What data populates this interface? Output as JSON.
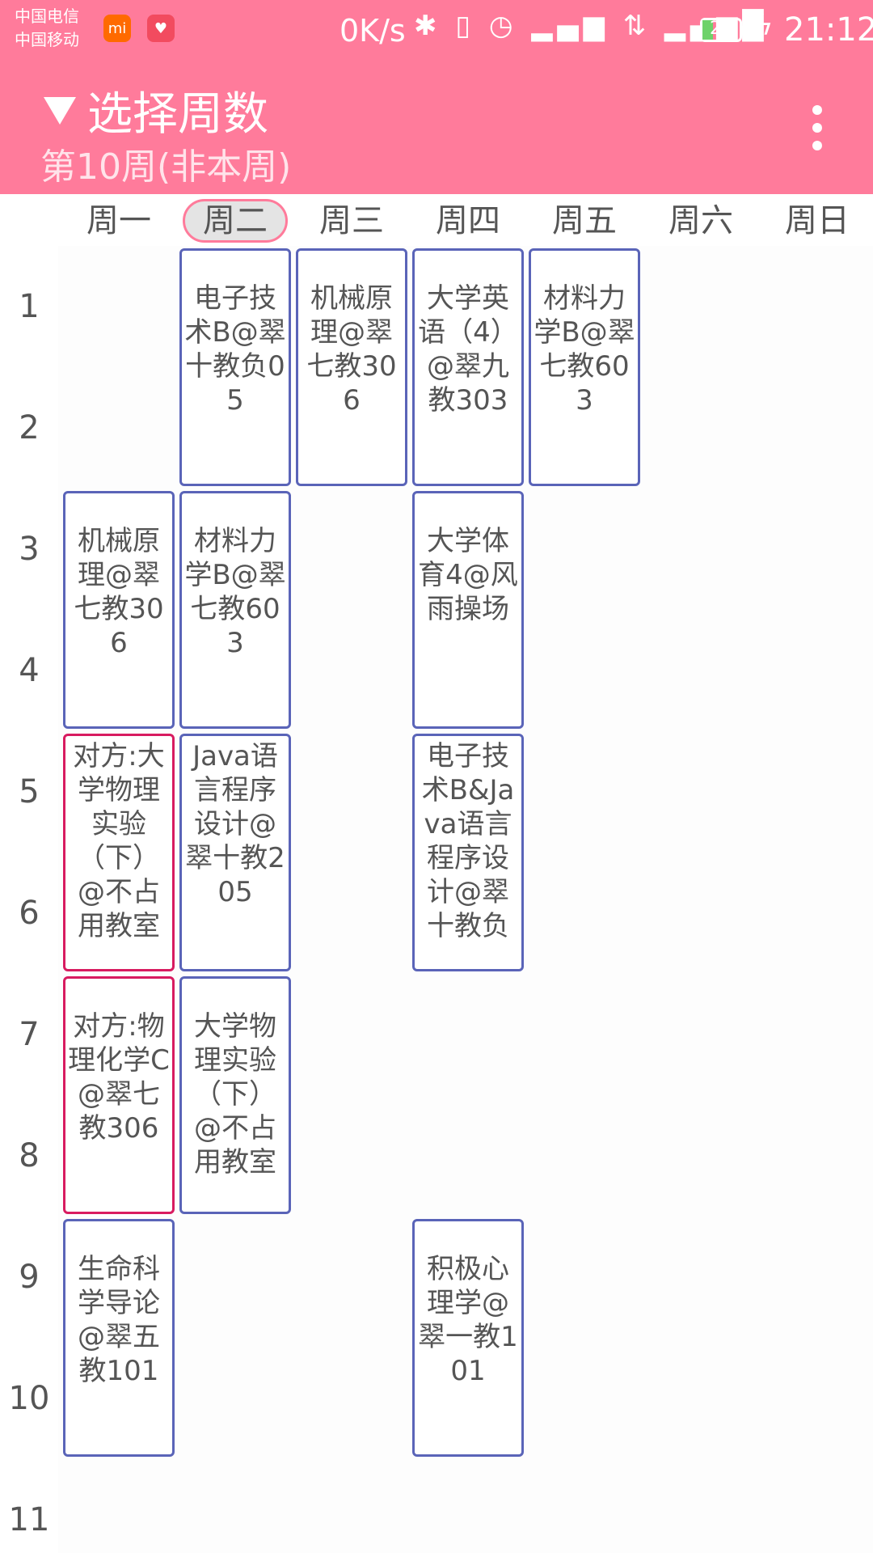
{
  "status_bar": {
    "carrier_1": "中国电信",
    "carrier_2": "中国移动",
    "speed": "0K/s",
    "icons": [
      "bluetooth-icon",
      "vibrate-icon",
      "alarm-icon",
      "signal-3g-2g-icon",
      "signal-4g-icon",
      "signal-4g-bars-icon"
    ],
    "battery": "28",
    "battery_level_percent": 28,
    "time": "21:12"
  },
  "header": {
    "title": "选择周数",
    "subtitle": "第10周(非本周)",
    "accent_color": "#ff7b9b"
  },
  "days": [
    "周一",
    "周二",
    "周三",
    "周四",
    "周五",
    "周六",
    "周日"
  ],
  "active_day": "周二",
  "periods": [
    "1",
    "2",
    "3",
    "4",
    "5",
    "6",
    "7",
    "8",
    "9",
    "10",
    "11"
  ],
  "courses": [
    {
      "day": 1,
      "start": 1,
      "span": 2,
      "text": "电子技术B@翠十教负05",
      "conflict": false
    },
    {
      "day": 2,
      "start": 1,
      "span": 2,
      "text": "机械原理@翠七教306",
      "conflict": false
    },
    {
      "day": 3,
      "start": 1,
      "span": 2,
      "text": "大学英语（4）@翠九教303",
      "conflict": false
    },
    {
      "day": 4,
      "start": 1,
      "span": 2,
      "text": "材料力学B@翠七教603",
      "conflict": false
    },
    {
      "day": 0,
      "start": 3,
      "span": 2,
      "text": "机械原理@翠七教306",
      "conflict": false
    },
    {
      "day": 1,
      "start": 3,
      "span": 2,
      "text": "材料力学B@翠七教603",
      "conflict": false
    },
    {
      "day": 3,
      "start": 3,
      "span": 2,
      "text": "大学体育4@风雨操场",
      "conflict": false
    },
    {
      "day": 0,
      "start": 5,
      "span": 2,
      "text": "对方:大学物理实验（下）@不占用教室",
      "conflict": true
    },
    {
      "day": 1,
      "start": 5,
      "span": 2,
      "text": "Java语言程序设计@翠十教205",
      "conflict": false
    },
    {
      "day": 3,
      "start": 5,
      "span": 2,
      "text": "电子技术B&Java语言程序设计@翠十教负",
      "conflict": false
    },
    {
      "day": 0,
      "start": 7,
      "span": 2,
      "text": "对方:物理化学C@翠七教306",
      "conflict": true
    },
    {
      "day": 1,
      "start": 7,
      "span": 2,
      "text": "大学物理实验（下）@不占用教室",
      "conflict": false
    },
    {
      "day": 0,
      "start": 9,
      "span": 2,
      "text": "生命科学导论@翠五教101",
      "conflict": false
    },
    {
      "day": 3,
      "start": 9,
      "span": 2,
      "text": "积极心理学@翠一教101",
      "conflict": false
    }
  ]
}
